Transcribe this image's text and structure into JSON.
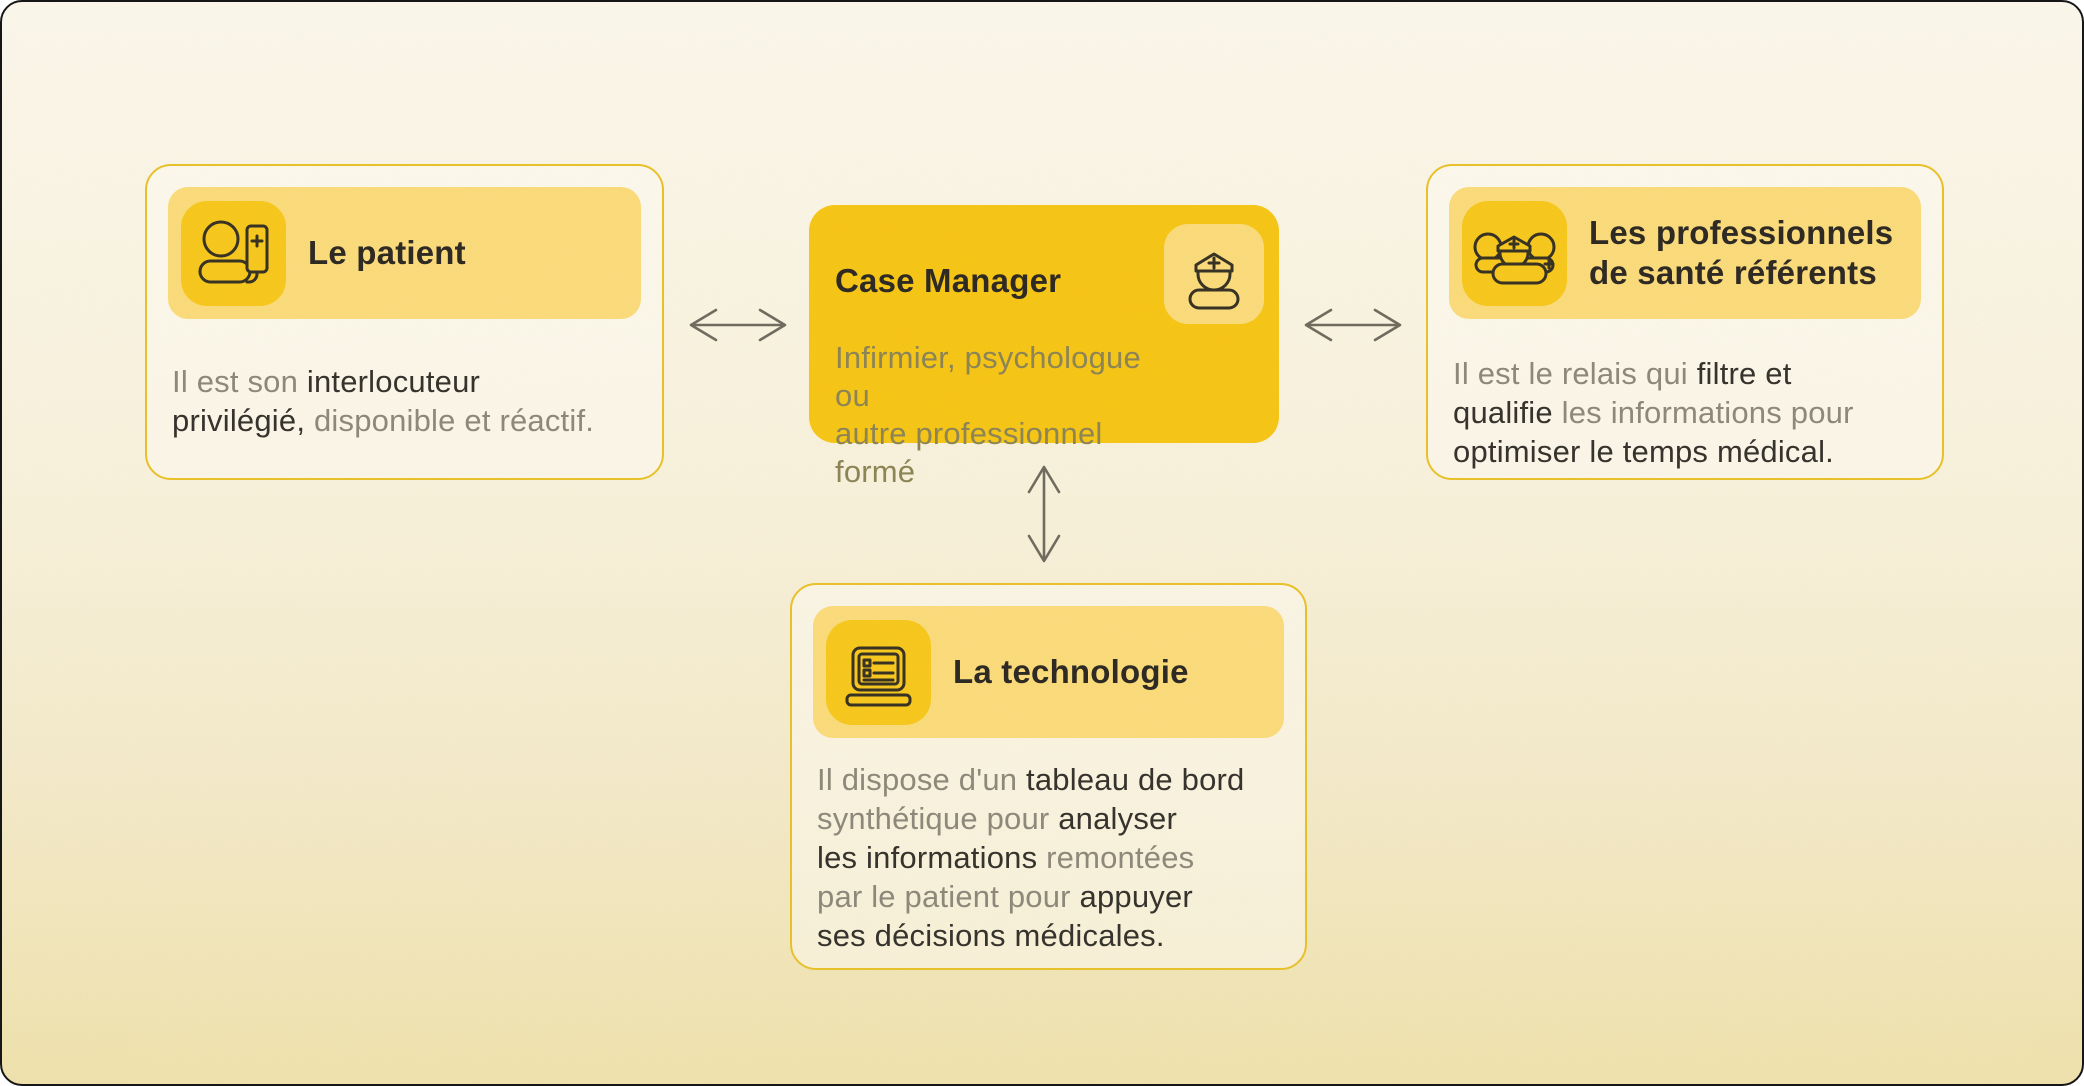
{
  "colors": {
    "bg_top": "#FBF7EB",
    "bg_bottom": "#EFE2AC",
    "card_border": "#E9C027",
    "card_fill": "rgba(253,250,240,0.55)",
    "band_fill": "#FBDB79",
    "tile_fill": "#F7C71A",
    "center_fill": "#F6C513",
    "center_tile_fill": "#FBDB79",
    "icon_stroke": "#352F20",
    "title_text": "#2B2620",
    "strong_text": "#33302A",
    "muted_text": "#8D8779",
    "muted_on_yellow": "#8C8354",
    "arrow": "#6F695D"
  },
  "cards": {
    "patient": {
      "title": "Le patient",
      "icon": "patient-icon",
      "body": [
        [
          {
            "t": "Il est son ",
            "s": "m"
          },
          {
            "t": "interlocuteur",
            "s": "d"
          }
        ],
        [
          {
            "t": "privilégié,",
            "s": "d"
          },
          {
            "t": " disponible et réactif.",
            "s": "m"
          }
        ]
      ]
    },
    "case_manager": {
      "title": "Case Manager",
      "icon": "nurse-icon",
      "subtitle": "Infirmier, psychologue ou\nautre professionnel formé"
    },
    "professionals": {
      "title": "Les professionnels\nde santé référents",
      "icon": "medical-team-icon",
      "body": [
        [
          {
            "t": "Il est le relais qui ",
            "s": "m"
          },
          {
            "t": "filtre et",
            "s": "d"
          }
        ],
        [
          {
            "t": "qualifie",
            "s": "d"
          },
          {
            "t": " les informations pour",
            "s": "m"
          }
        ],
        [
          {
            "t": "optimiser le temps médical.",
            "s": "d"
          }
        ]
      ]
    },
    "technology": {
      "title": "La technologie",
      "icon": "laptop-dashboard-icon",
      "body": [
        [
          {
            "t": "Il dispose d'un ",
            "s": "m"
          },
          {
            "t": "tableau de bord",
            "s": "d"
          }
        ],
        [
          {
            "t": "synthétique pour ",
            "s": "m"
          },
          {
            "t": "analyser",
            "s": "d"
          }
        ],
        [
          {
            "t": "les informations ",
            "s": "d"
          },
          {
            "t": "remontées",
            "s": "m"
          }
        ],
        [
          {
            "t": "par le patient pour ",
            "s": "m"
          },
          {
            "t": "appuyer",
            "s": "d"
          }
        ],
        [
          {
            "t": "ses décisions médicales.",
            "s": "d"
          }
        ]
      ]
    }
  },
  "connectors": [
    {
      "name": "patient-casemanager-arrow",
      "type": "bidirectional-horizontal"
    },
    {
      "name": "casemanager-professionals-arrow",
      "type": "bidirectional-horizontal"
    },
    {
      "name": "casemanager-technology-arrow",
      "type": "bidirectional-vertical"
    }
  ]
}
